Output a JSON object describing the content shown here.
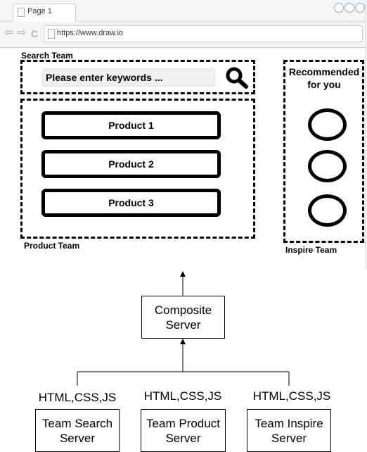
{
  "browser": {
    "tab_label": "Page 1",
    "url": "https://www.draw.io",
    "nav_back": "⇦",
    "nav_forward": "⇨",
    "nav_reload": "C"
  },
  "mockup": {
    "search_team_label": "Search Team",
    "search_placeholder": "Please enter keywords ...",
    "products": [
      "Product 1",
      "Product 2",
      "Product 3"
    ],
    "product_team_label": "Product Team",
    "recommend_title_line1": "Recommended",
    "recommend_title_line2": "for you",
    "inspire_team_label": "Inspire Team"
  },
  "architecture": {
    "composite_line1": "Composite",
    "composite_line2": "Server",
    "servers": [
      {
        "protocol": "HTML,CSS,JS",
        "name_line1": "Team Search",
        "name_line2": "Server"
      },
      {
        "protocol": "HTML,CSS,JS",
        "name_line1": "Team Product",
        "name_line2": "Server"
      },
      {
        "protocol": "HTML,CSS,JS",
        "name_line1": "Team Inspire",
        "name_line2": "Server"
      }
    ]
  },
  "colors": {
    "stroke": "#000000",
    "browser_chrome": "#f5f5f5",
    "input_fill": "#f0f0f0",
    "window_button": "#8aa8c8"
  },
  "icons": [
    "page-icon",
    "back-arrow-icon",
    "forward-arrow-icon",
    "reload-icon",
    "search-icon"
  ]
}
